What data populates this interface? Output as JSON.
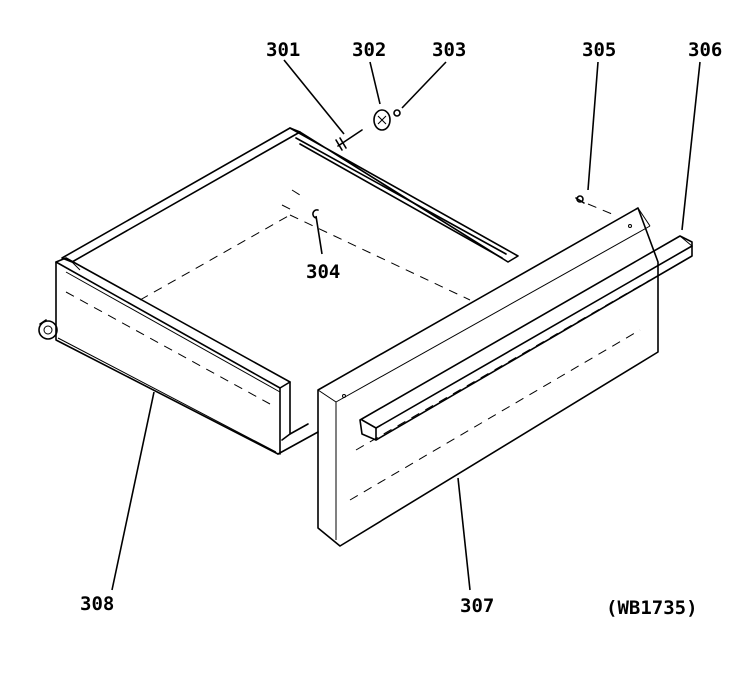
{
  "callouts": [
    {
      "id": "301",
      "label": "301"
    },
    {
      "id": "302",
      "label": "302"
    },
    {
      "id": "303",
      "label": "303"
    },
    {
      "id": "304",
      "label": "304"
    },
    {
      "id": "305",
      "label": "305"
    },
    {
      "id": "306",
      "label": "306"
    },
    {
      "id": "307",
      "label": "307"
    },
    {
      "id": "308",
      "label": "308"
    }
  ],
  "diagram_code": "(WB1735)"
}
